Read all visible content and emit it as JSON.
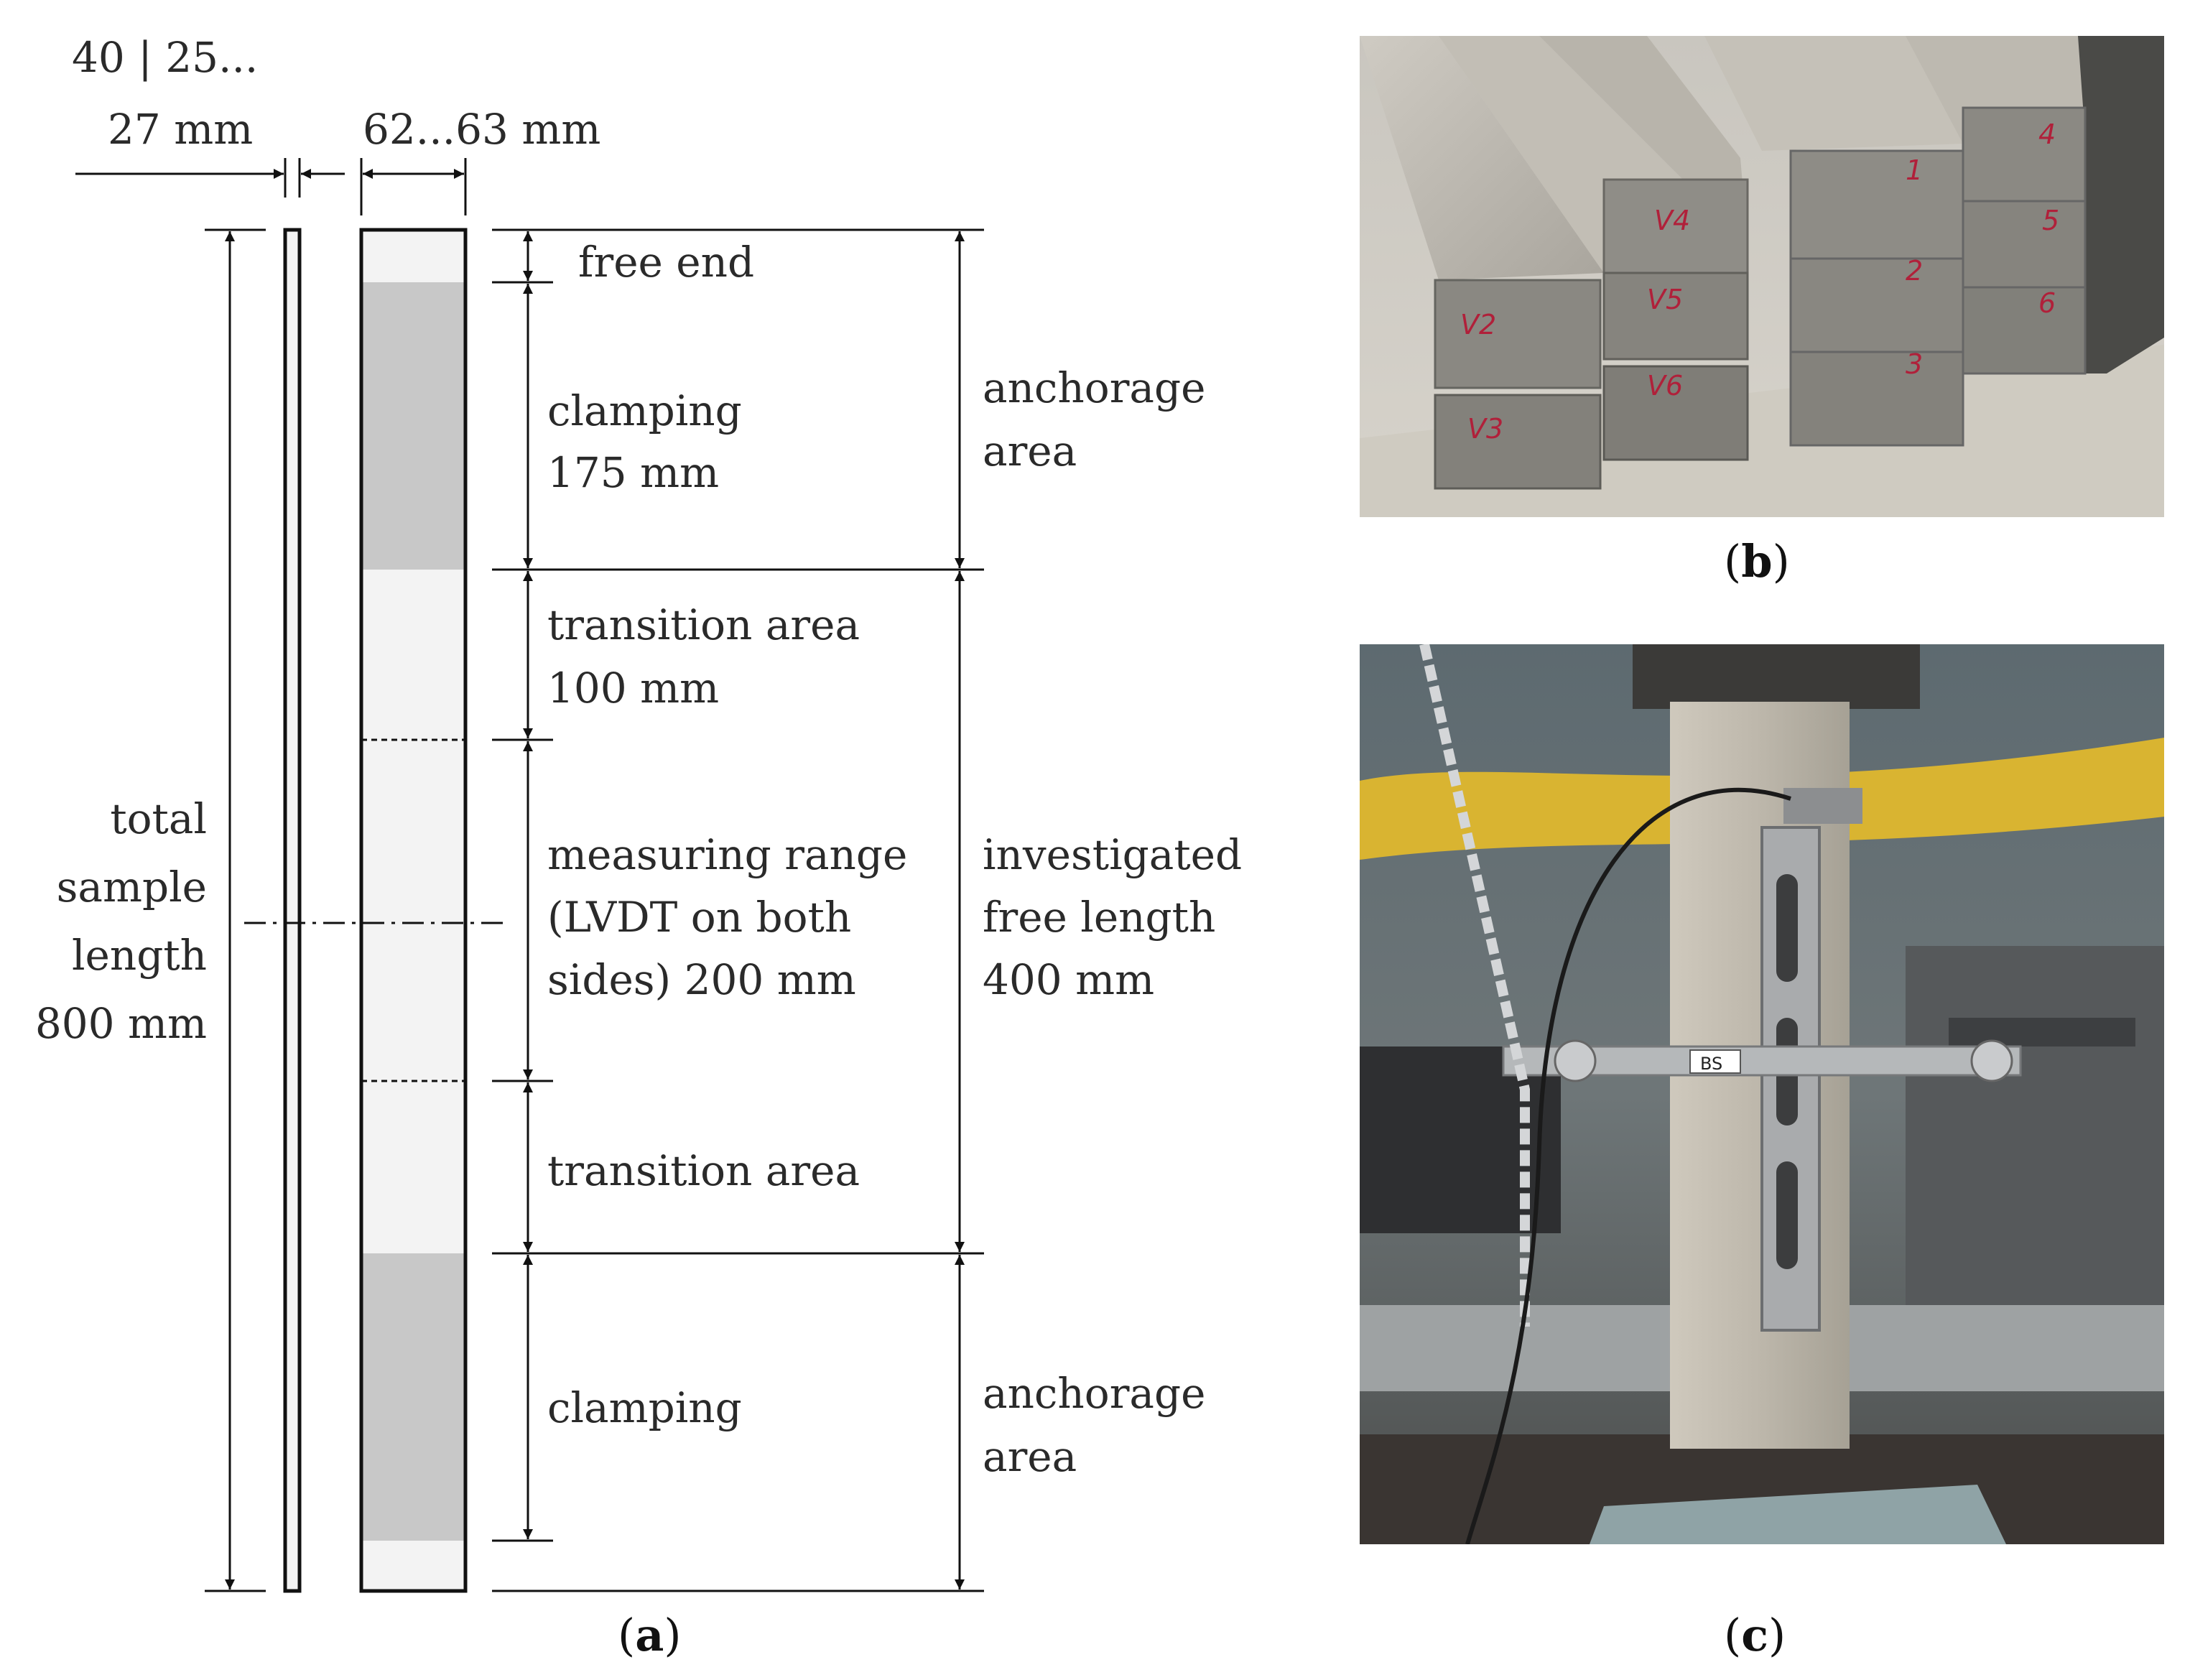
{
  "panel_a": {
    "thickness_label_1": "40 | 25...",
    "thickness_label_2": "27 mm",
    "width_label": "62...63 mm",
    "free_end": "free end",
    "clamping_top_1": "clamping",
    "clamping_top_2": "175 mm",
    "transition_top_1": "transition area",
    "transition_top_2": "100 mm",
    "measuring_1": "measuring range",
    "measuring_2": "(LVDT on both",
    "measuring_3": "sides) 200 mm",
    "transition_bottom": "transition area",
    "clamping_bottom": "clamping",
    "anchorage_top_1": "anchorage",
    "anchorage_top_2": "area",
    "investigated_1": "investigated",
    "investigated_2": "free length",
    "investigated_3": "400 mm",
    "anchorage_bottom_1": "anchorage",
    "anchorage_bottom_2": "area",
    "total_1": "total",
    "total_2": "sample",
    "total_3": "length",
    "total_4": "800 mm"
  },
  "panel_b": {
    "specimen_marks": [
      "V4",
      "V2",
      "V5",
      "V3",
      "V6",
      "1",
      "4",
      "2",
      "5",
      "3",
      "6"
    ]
  },
  "panel_c": {
    "gauge_label": "BS"
  },
  "captions": {
    "a": "a",
    "b": "b",
    "c": "c"
  },
  "colors": {
    "clamping_fill": "#c8c8c8",
    "light_fill": "#f3f3f3",
    "concrete": "#b9b4aa",
    "mark_red": "#b0203a"
  }
}
